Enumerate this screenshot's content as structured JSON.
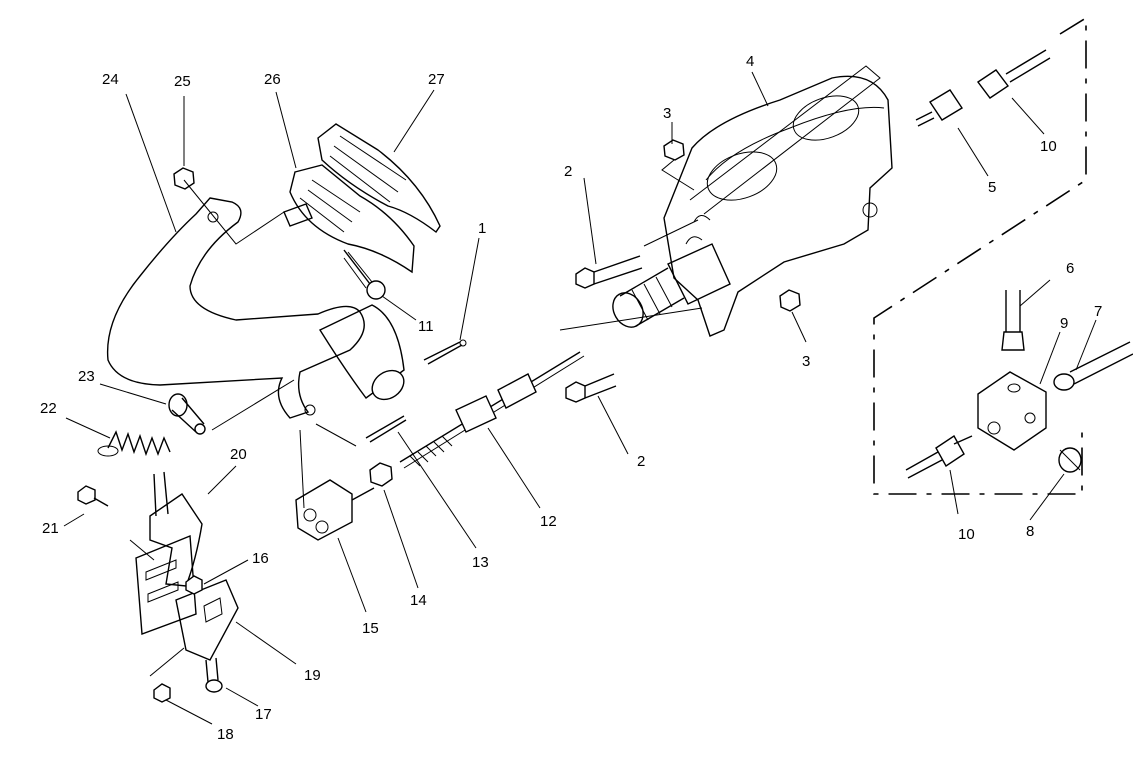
{
  "callouts": {
    "c1": "1",
    "c2a": "2",
    "c2b": "2",
    "c3a": "3",
    "c3b": "3",
    "c4": "4",
    "c5": "5",
    "c6": "6",
    "c7": "7",
    "c8": "8",
    "c9": "9",
    "c10a": "10",
    "c10b": "10",
    "c11": "11",
    "c12": "12",
    "c13": "13",
    "c14": "14",
    "c15": "15",
    "c16": "16",
    "c17": "17",
    "c18": "18",
    "c19": "19",
    "c20": "20",
    "c21": "21",
    "c22": "22",
    "c23": "23",
    "c24": "24",
    "c25": "25",
    "c26": "26",
    "c27": "27"
  },
  "colors": {
    "ink": "#000000",
    "paper": "#ffffff"
  }
}
